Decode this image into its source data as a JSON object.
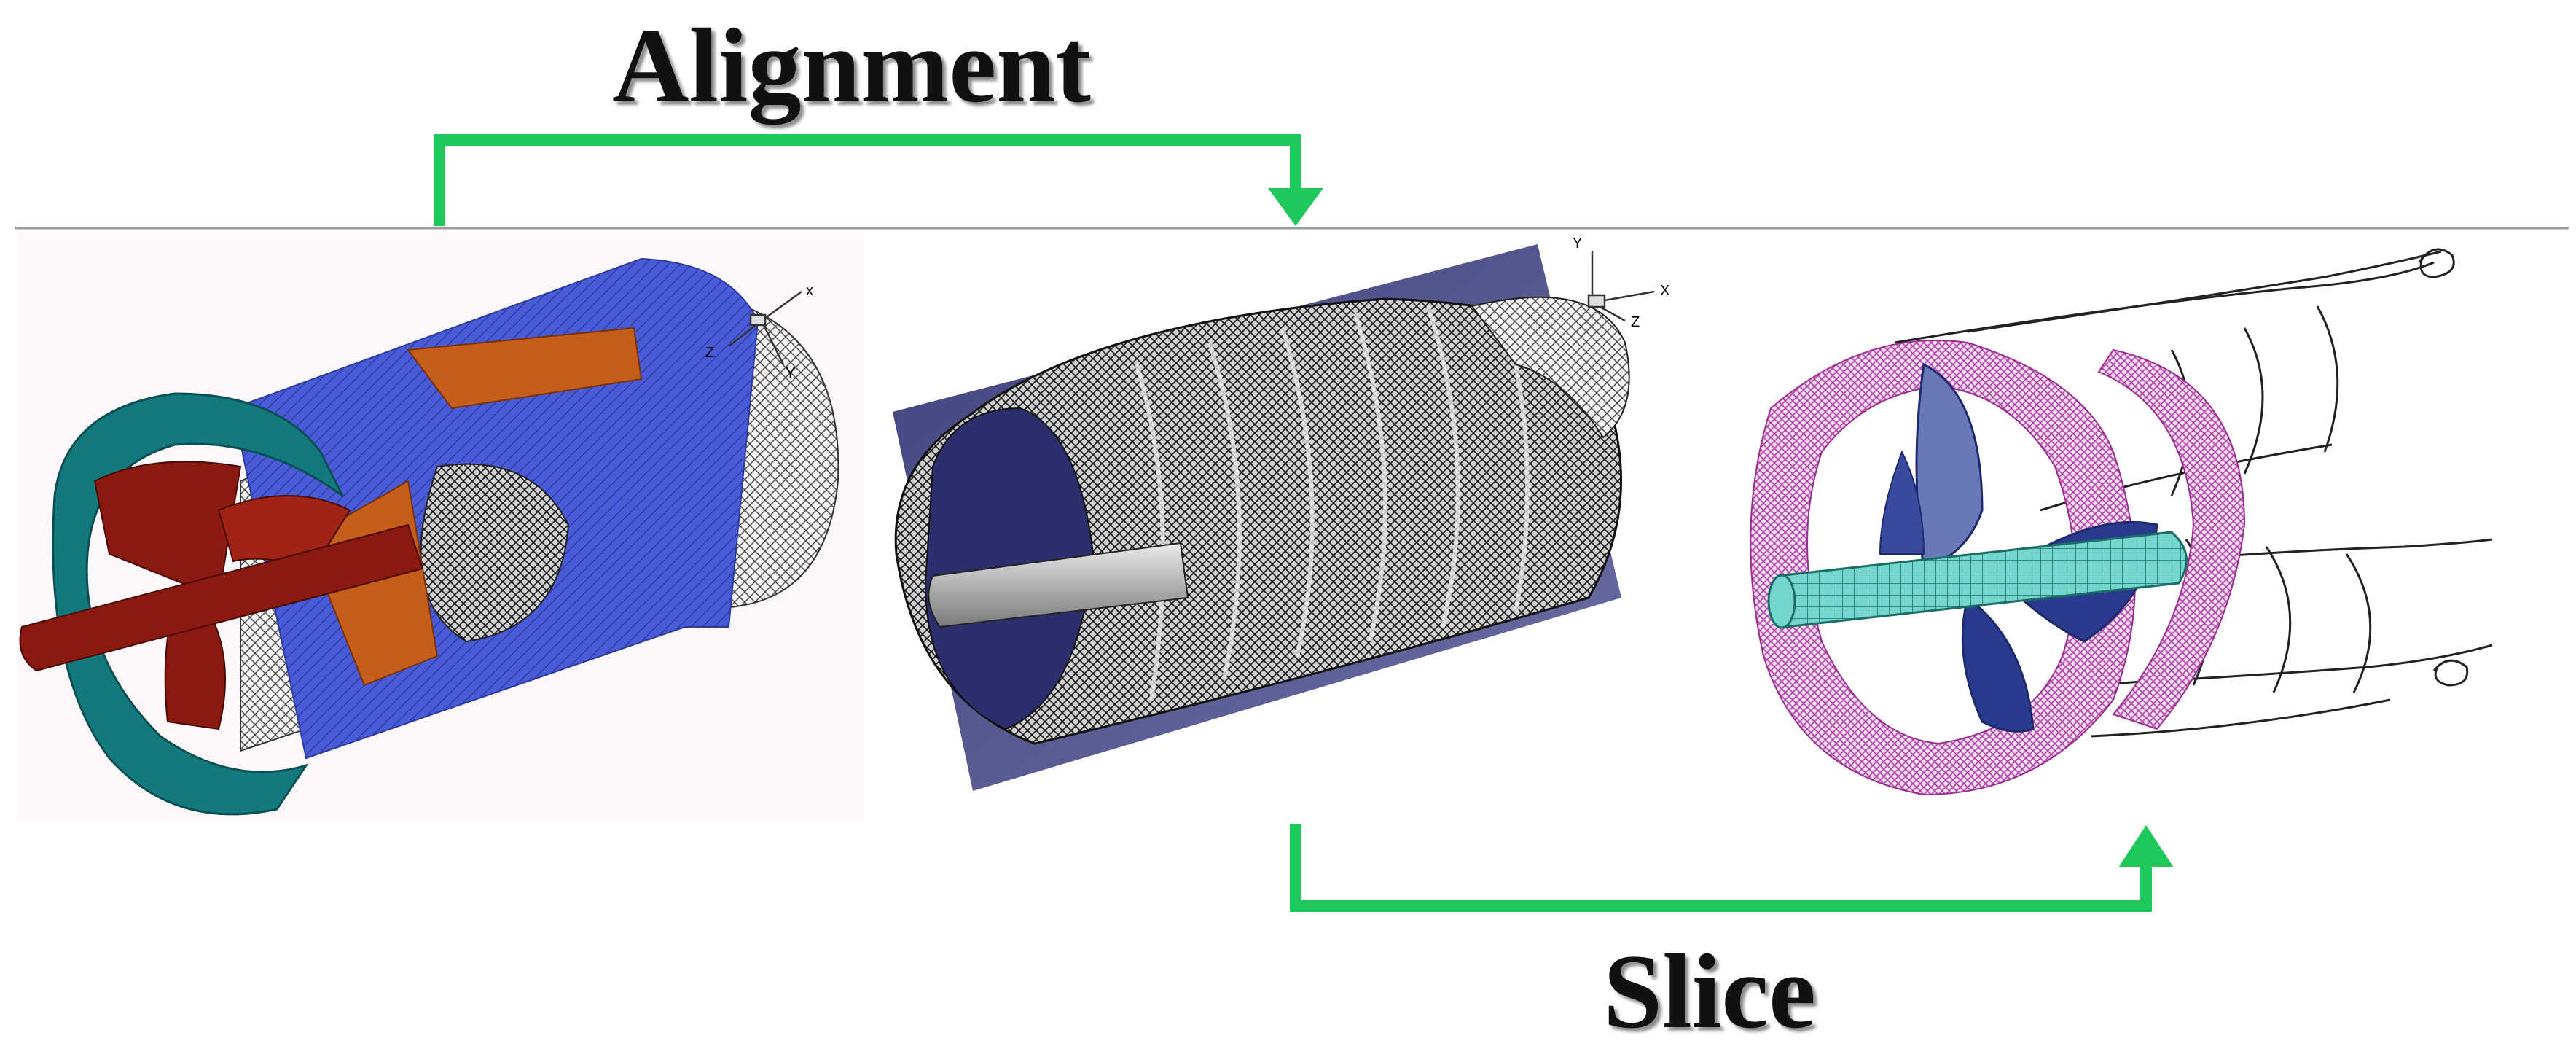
{
  "labels": {
    "alignment": "Alignment",
    "slice": "Slice"
  },
  "axes": {
    "panel1": {
      "x": "x",
      "y": "Y",
      "z": "Z"
    },
    "panel2": {
      "x": "X",
      "y": "Y",
      "z": "Z"
    }
  },
  "colors": {
    "arrow": "#1ec85a",
    "hull_blue": "#4a5bd8",
    "duct_teal": "#127a7e",
    "blade_red": "#8a1a10",
    "blade_orange": "#c55e1a",
    "slice_plane": "#3b3f7a",
    "duct_magenta": "#b43ca8",
    "hub_cyan": "#74d6cc",
    "blade_navy": "#2a3a8c"
  }
}
